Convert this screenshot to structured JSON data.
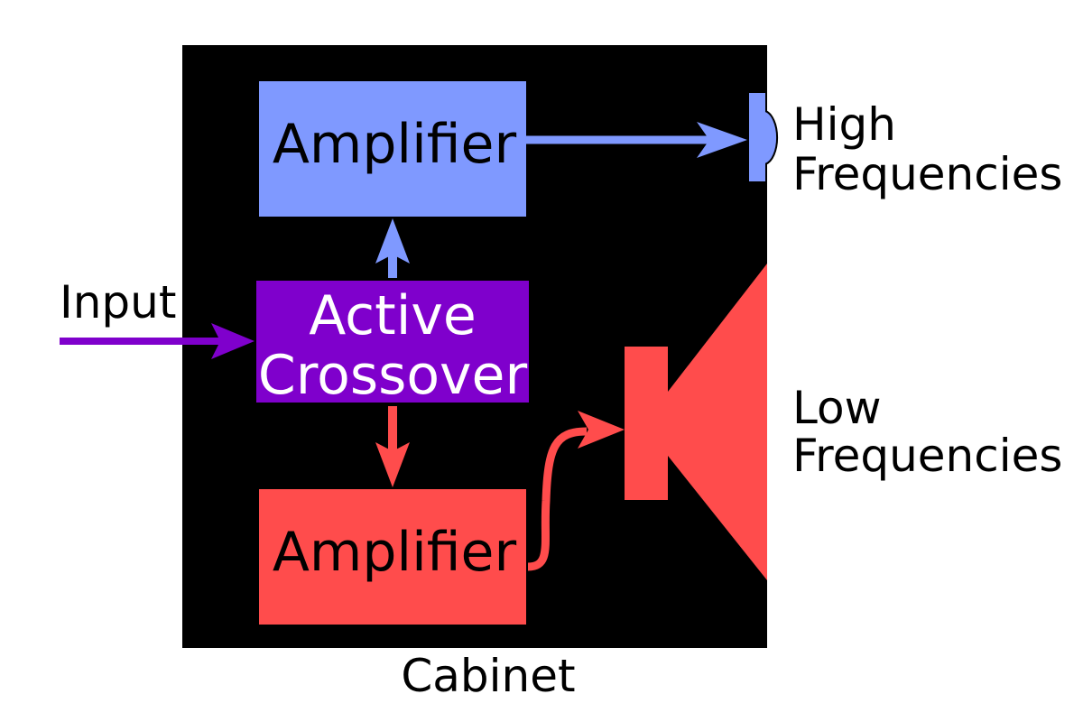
{
  "diagram": {
    "cabinet_label": "Cabinet",
    "input_label": "Input",
    "amp_high_label": "Amplifier",
    "amp_low_label": "Amplifier",
    "crossover_line1": "Active",
    "crossover_line2": "Crossover",
    "high_line1": "High",
    "high_line2": "Frequencies",
    "low_line1": "Low",
    "low_line2": "Frequencies"
  },
  "colors": {
    "cabinet": "#000000",
    "high": "#7f99ff",
    "low": "#ff4c4c",
    "crossover": "#7f00cc",
    "crossover_text": "#ffffff",
    "box_text": "#000000"
  },
  "icons": [
    "tweeter-icon",
    "woofer-icon",
    "arrow-icon"
  ]
}
